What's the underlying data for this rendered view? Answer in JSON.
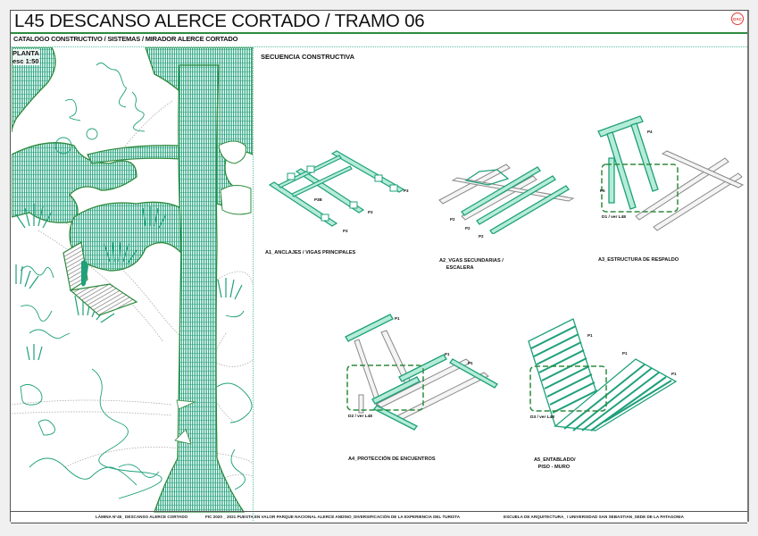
{
  "sheet": {
    "title": "L45 DESCANSO ALERCE CORTADO / TRAMO 06",
    "subtitle": "CATALOGO CONSTRUCTIVO / SISTEMAS / MIRADOR ALERCE CORTADO",
    "logo_text": "DAC",
    "colors": {
      "accent_green": "#2e8b3e",
      "hatch_green": "#1fa07a",
      "dotted_teal": "#5cc0a8",
      "logo_red": "#e53935",
      "structure_gray": "#9e9e9e"
    }
  },
  "plan": {
    "label": "PLANTA",
    "scale": "esc 1:50"
  },
  "sequence": {
    "title": "SECUENCIA CONSTRUCTIVA",
    "steps": [
      {
        "id": "A1",
        "label": "A1_ANCLAJES / VIGAS PRINCIPALES",
        "tags": [
          "P3B",
          "P3",
          "P3",
          "P3"
        ]
      },
      {
        "id": "A2",
        "label": "A2_VGAS SECUNDARIAS /\n     ESCALERA",
        "tags": [
          "P2",
          "P2",
          "P2"
        ]
      },
      {
        "id": "A3",
        "label": "A3_ESTRUCTURA DE RESPALDO",
        "tags": [
          "P4",
          "P5"
        ],
        "detail_ref": "D1 / ver L48"
      },
      {
        "id": "A4",
        "label": "A4_PROTECCIÓN DE ENCUENTROS",
        "tags": [
          "P1",
          "P1",
          "P1"
        ],
        "detail_ref": "D2 / ver L48"
      },
      {
        "id": "A5",
        "label": "A5_ENTABLADO/\n   PISO - MURO",
        "tags": [
          "P1",
          "P1",
          "P1"
        ],
        "detail_ref": "D3 / ver L48"
      }
    ]
  },
  "footer": {
    "sheet_name": "LÁMINA N°45_ DESCANSO ALERCE CORTADO",
    "project": "FIC 2020 _ 2021 PUESTA EN VALOR PARQUE NACIONAL ALERCE ANDINO_DIVERSIFICACIÓN DE LA EXPERIENCIA DEL TURISTA",
    "institution": "ESCUELA DE ARQUITECTURA_ I UNIVERSIDAD SAN SEBASTIAN_SEDE DE LA PATAGONIA"
  }
}
